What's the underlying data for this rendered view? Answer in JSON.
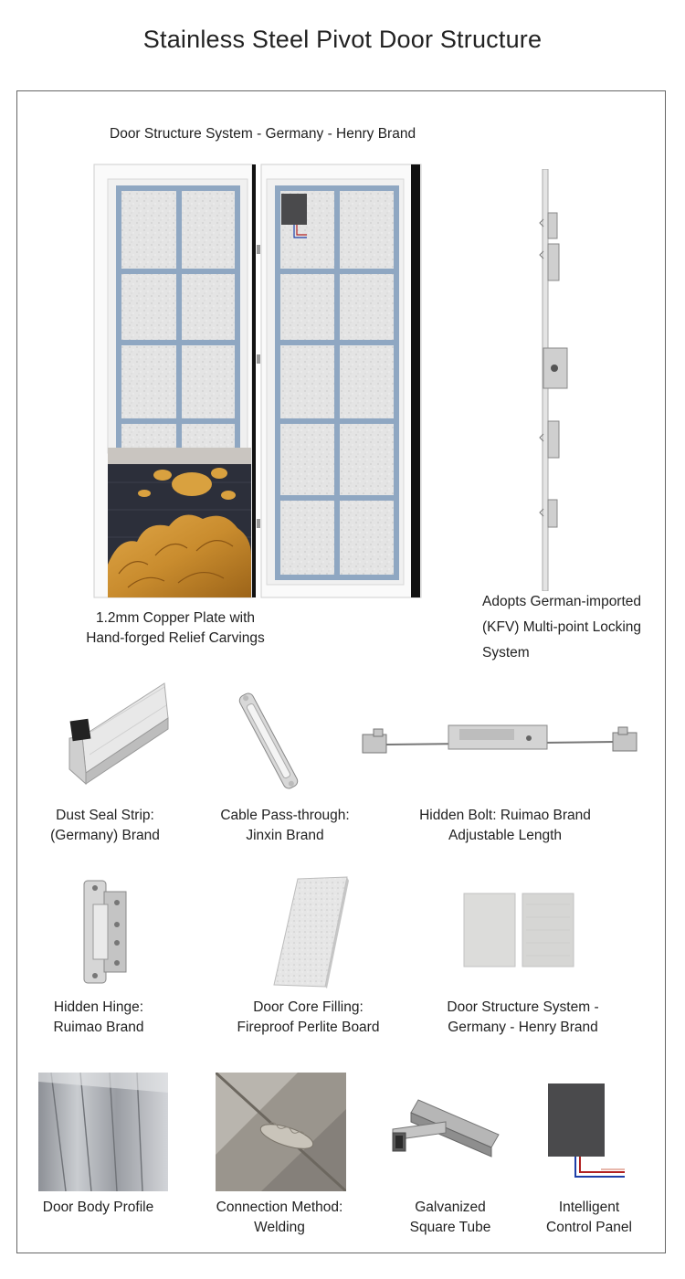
{
  "title": "Stainless Steel Pivot Door Structure",
  "header_label": "Door Structure System - Germany - Henry Brand",
  "copper_label": [
    "1.2mm Copper Plate with",
    "Hand-forged Relief Carvings"
  ],
  "lock_label": [
    "Adopts German-imported",
    "(KFV) Multi-point Locking",
    "System"
  ],
  "components": {
    "dust_seal": [
      "Dust Seal Strip:",
      "(Germany) Brand"
    ],
    "cable": [
      "Cable Pass-through:",
      "Jinxin Brand"
    ],
    "hidden_bolt": [
      "Hidden Bolt: Ruimao Brand",
      "Adjustable Length"
    ],
    "hinge": [
      "Hidden Hinge:",
      "Ruimao Brand"
    ],
    "core": [
      "Door Core Filling:",
      "Fireproof Perlite Board"
    ],
    "structure": [
      "Door Structure System -",
      "Germany - Henry Brand"
    ],
    "profile": [
      "Door Body Profile"
    ],
    "welding": [
      "Connection Method:",
      "Welding"
    ],
    "tube": [
      "Galvanized",
      "Square Tube"
    ],
    "panel": [
      "Intelligent",
      "Control Panel"
    ]
  },
  "colors": {
    "glass_frame": "#8fa7c2",
    "copper": "#c98c2e",
    "dark_panel": "#2c2f3a",
    "control_panel": "#4a4a4c"
  }
}
